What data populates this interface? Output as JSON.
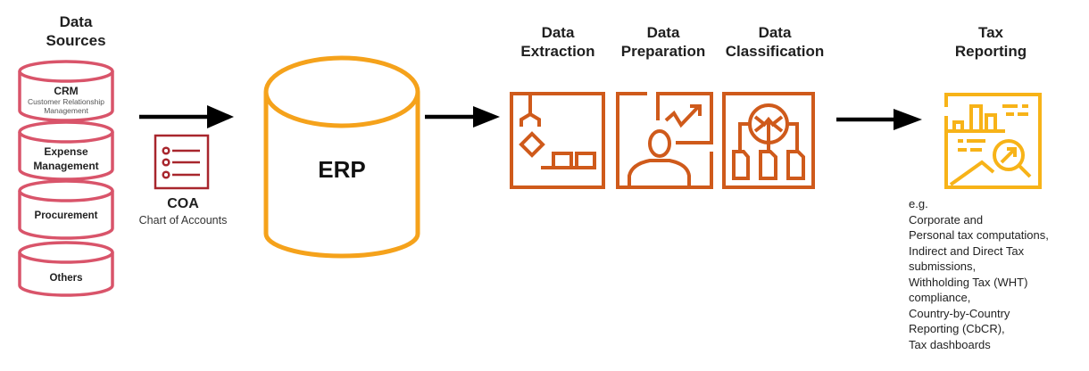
{
  "colors": {
    "source_db": "#d9546a",
    "erp": "#f5a21b",
    "process": "#cf5a1b",
    "reporting": "#f7b318",
    "coa_icon": "#a8262d",
    "arrow": "#000000"
  },
  "data_sources": {
    "heading": [
      "Data",
      "Sources"
    ],
    "items": [
      {
        "label": "CRM",
        "sublabel": [
          "Customer Relationship",
          "Management"
        ]
      },
      {
        "label": "Expense Management",
        "lines": [
          "Expense",
          "Management"
        ]
      },
      {
        "label": "Procurement"
      },
      {
        "label": "Others"
      }
    ]
  },
  "coa": {
    "icon": "checklist-icon",
    "title": "COA",
    "subtitle": "Chart of Accounts"
  },
  "erp": {
    "label": "ERP",
    "icon": "database-icon"
  },
  "steps": [
    {
      "heading": [
        "Data",
        "Extraction"
      ],
      "icon": "robotic-arm-conveyor-icon"
    },
    {
      "heading": [
        "Data",
        "Preparation"
      ],
      "icon": "presenter-chart-icon"
    },
    {
      "heading": [
        "Data",
        "Classification"
      ],
      "icon": "routing-documents-icon"
    }
  ],
  "tax_reporting": {
    "heading": [
      "Tax",
      "Reporting"
    ],
    "icon": "analytics-report-icon",
    "notes": [
      "e.g.",
      "Corporate and",
      "Personal tax computations,",
      "Indirect and Direct Tax",
      "submissions,",
      "Withholding Tax (WHT)",
      "compliance,",
      "Country-by-Country",
      "Reporting (CbCR),",
      "Tax dashboards"
    ]
  }
}
